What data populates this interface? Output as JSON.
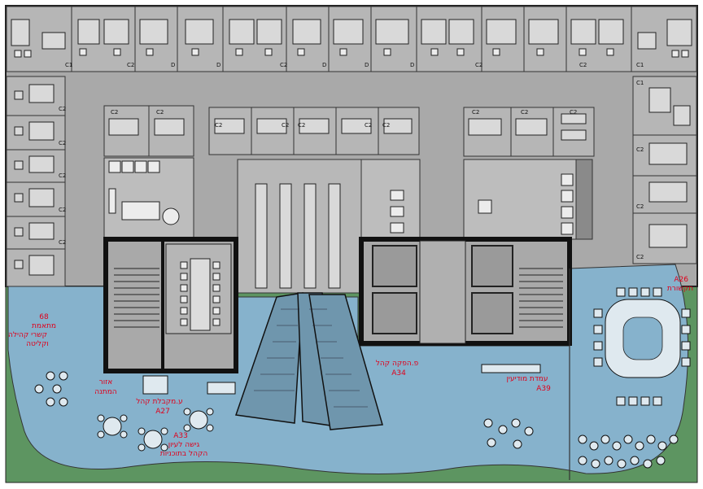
{
  "labels": {
    "a26": "A26",
    "a26_name": "תקשורת",
    "r68": "68",
    "r68_l1": "מתאמת",
    "r68_l2": "קשרי קהילה",
    "r68_l3": "וקליטה",
    "waiting_l1": "אזור",
    "waiting_l2": "המתנה",
    "a27_l1": "ע.מקבלת קהל",
    "a27_id": "A27",
    "a34_l1": "פ.הפקה קהל",
    "a34_id": "A34",
    "a39_l1": "עמדת מודיעין",
    "a39_id": "A39",
    "a33_id": "A33",
    "a33_l1": "גישה לעיון",
    "a33_l2": "הקהל בתוכניות"
  },
  "room_tags": {
    "top": [
      "C1",
      "C2",
      "D",
      "D",
      "C2",
      "D",
      "D",
      "D",
      "C2",
      "C2",
      "C1"
    ],
    "side_left": [
      "C2",
      "C2",
      "C2",
      "C2",
      "C2"
    ],
    "side_right": [
      "C1",
      "C2",
      "C2",
      "C2"
    ],
    "inner": [
      "C2",
      "C2",
      "C2",
      "C2",
      "C2",
      "C2",
      "C2",
      "C2",
      "C2",
      "C2"
    ]
  },
  "colors": {
    "floor": "#a9a9a9",
    "office": "#b6b6b6",
    "wall": "#111111",
    "lobby": "#86b2cc",
    "garden": "#5d9561",
    "label": "#e0001b"
  }
}
